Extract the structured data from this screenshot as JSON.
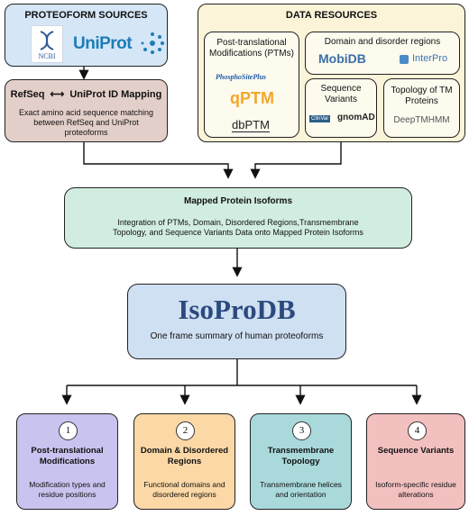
{
  "sources": {
    "title": "PROTEOFORM SOURCES",
    "ncbi_logo": "NCBI",
    "uniprot_logo": "UniProt"
  },
  "mapping": {
    "title_left": "RefSeq",
    "title_arrow": "⟷",
    "title_right": "UniProt ID Mapping",
    "desc": "Exact amino acid sequence matching between RefSeq and UniProt proteoforms"
  },
  "resources": {
    "title": "DATA RESOURCES",
    "ptm": {
      "title": "Post-translational Modifications (PTMs)",
      "logo1": "PhosphoSitePlus",
      "logo2": "qPTM",
      "logo3": "dbPTM"
    },
    "domain": {
      "title": "Domain and disorder regions",
      "logo1": "MobiDB",
      "logo2": "InterPro"
    },
    "variants": {
      "title": "Sequence Variants",
      "logo1": "ClinVar",
      "logo2": "gnomAD"
    },
    "topology": {
      "title": "Topology of TM Proteins",
      "logo1": "DeepTMHMM"
    }
  },
  "mapped": {
    "title": "Mapped Protein Isoforms",
    "desc": "Integration of PTMs, Domain, Disordered Regions,Transmembrane Topology, and Sequence Variants Data onto Mapped Protein Isoforms"
  },
  "isoprodb": {
    "title": "IsoProDB",
    "subtitle": "One frame summary of human proteoforms"
  },
  "outputs": [
    {
      "num": "1",
      "title": "Post-translational Modifications",
      "desc": "Modification types and residue positions",
      "color": "#c9c3ef"
    },
    {
      "num": "2",
      "title": "Domain & Disordered Regions",
      "desc": "Functional domains and disordered regions",
      "color": "#fbd8a6"
    },
    {
      "num": "3",
      "title": "Transmembrane Topology",
      "desc": "Transmembrane helices and orientation",
      "color": "#a9d9db"
    },
    {
      "num": "4",
      "title": "Sequence Variants",
      "desc": "Isoform-specific residue alterations",
      "color": "#f3c0c0"
    }
  ],
  "colors": {
    "sources_bg": "#d5e6f7",
    "mapping_bg": "#e3cfc9",
    "resources_bg": "#fbf4d8",
    "mapped_bg": "#d1ede0",
    "isoprodb_bg": "#cfe0f3",
    "isoprodb_title": "#2c4a7e"
  }
}
